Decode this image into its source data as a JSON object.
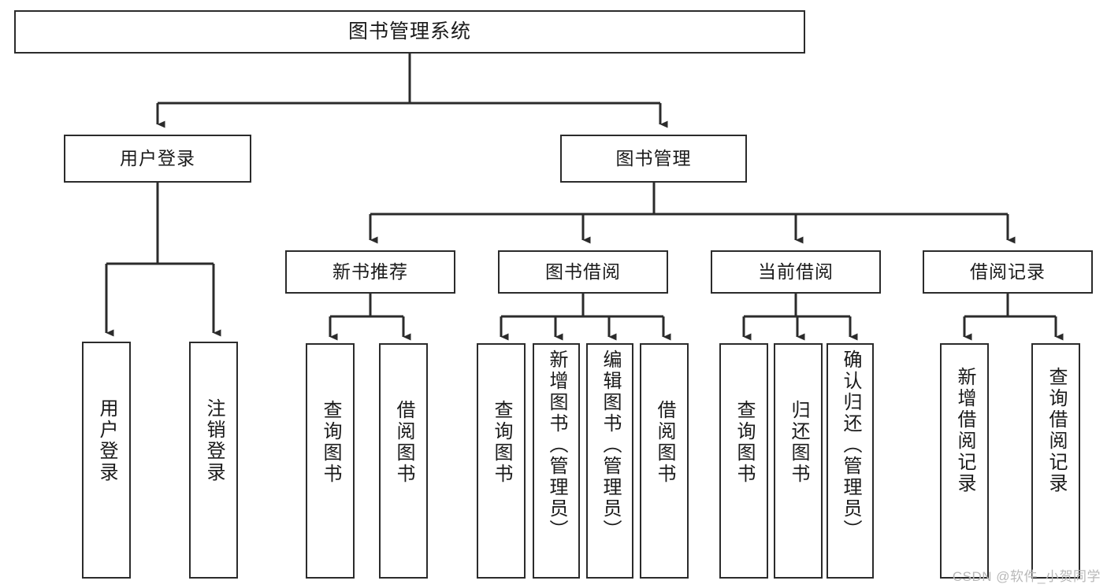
{
  "diagram": {
    "title": "图书管理系统",
    "type": "tree-hierarchy",
    "watermark": "CSDN @软件_小贺同学",
    "colors": {
      "box_border": "#2b2b2b",
      "background": "#ffffff",
      "connector": "#2b2b2b",
      "text": "#1a1a1a",
      "watermark": "#b8b8b8"
    },
    "root": {
      "label": "图书管理系统"
    },
    "level2": [
      {
        "label": "用户登录"
      },
      {
        "label": "图书管理"
      }
    ],
    "level3": [
      {
        "label": "新书推荐"
      },
      {
        "label": "图书借阅"
      },
      {
        "label": "当前借阅"
      },
      {
        "label": "借阅记录"
      }
    ],
    "leaves": {
      "user_login": [
        {
          "label": "用户登录"
        },
        {
          "label": "注销登录"
        }
      ],
      "new_book_recommend": [
        {
          "label": "查询图书"
        },
        {
          "label": "借阅图书"
        }
      ],
      "book_borrow": [
        {
          "label": "查询图书"
        },
        {
          "label": "新增图书（管理员）"
        },
        {
          "label": "编辑图书（管理员）"
        },
        {
          "label": "借阅图书"
        }
      ],
      "current_borrow": [
        {
          "label": "查询图书"
        },
        {
          "label": "归还图书"
        },
        {
          "label": "确认归还（管理员）"
        }
      ],
      "borrow_record": [
        {
          "label": "新增借阅记录"
        },
        {
          "label": "查询借阅记录"
        }
      ]
    }
  }
}
